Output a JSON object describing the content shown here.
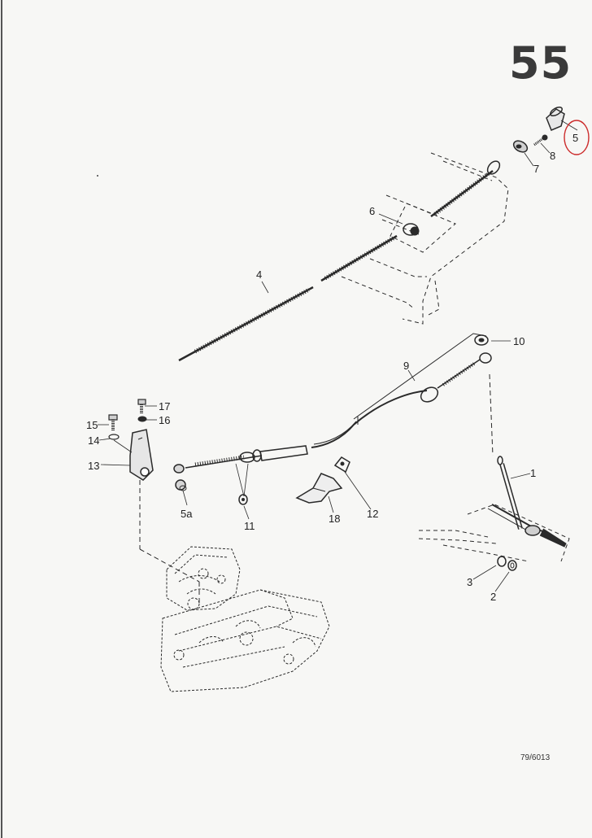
{
  "page_number": "55",
  "drawing_ref": "79/6013",
  "callouts": {
    "c1": "1",
    "c2": "2",
    "c3": "3",
    "c4": "4",
    "c5": "5",
    "c5a": "5a",
    "c6": "6",
    "c7": "7",
    "c8": "8",
    "c9": "9",
    "c10": "10",
    "c11": "11",
    "c12": "12",
    "c13": "13",
    "c14": "14",
    "c15": "15",
    "c16": "16",
    "c17": "17",
    "c18": "18"
  },
  "highlight": {
    "callout": "5",
    "color": "#cc2b2b"
  },
  "colors": {
    "ink": "#2a2a2a",
    "paper": "#f7f7f5"
  }
}
